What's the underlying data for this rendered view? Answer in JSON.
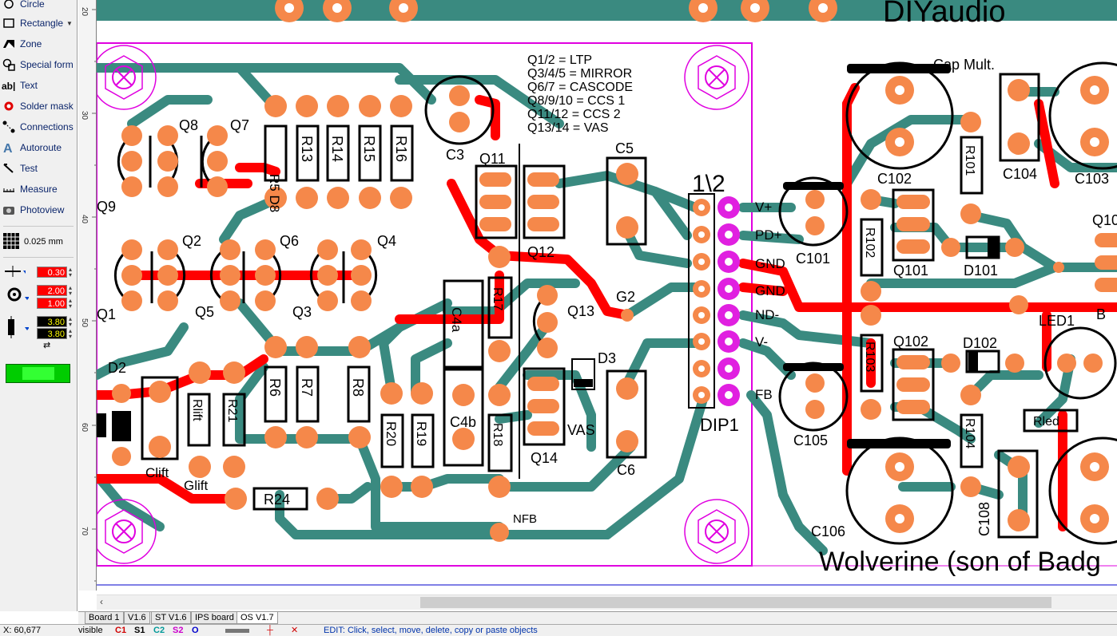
{
  "tools": [
    {
      "label": "Circle",
      "icon": "circle-icon"
    },
    {
      "label": "Rectangle",
      "icon": "rectangle-icon"
    },
    {
      "label": "Zone",
      "icon": "zone-icon"
    },
    {
      "label": "Special form",
      "icon": "special-form-icon"
    },
    {
      "label": "Text",
      "icon": "text-icon"
    },
    {
      "label": "Solder mask",
      "icon": "solder-mask-icon"
    },
    {
      "label": "Connections",
      "icon": "connections-icon"
    },
    {
      "label": "Autoroute",
      "icon": "autoroute-icon"
    },
    {
      "label": "Test",
      "icon": "test-icon"
    },
    {
      "label": "Measure",
      "icon": "measure-icon"
    },
    {
      "label": "Photoview",
      "icon": "photoview-icon"
    }
  ],
  "grid": {
    "value": "0.025 mm"
  },
  "track_width": {
    "value": "0.30"
  },
  "pad": {
    "outer": "2.00",
    "inner": "1.00"
  },
  "smd": {
    "width": "3.80",
    "height": "3.80"
  },
  "ruler": {
    "labels": [
      "20",
      "30",
      "40",
      "50",
      "60",
      "70"
    ]
  },
  "tabs": [
    "Board 1",
    "V1.6",
    "ST V1.6",
    "IPS board",
    "OS V1.7"
  ],
  "status": {
    "coords": "X: 60,677",
    "visible": "visible",
    "layers": [
      "C1",
      "S1",
      "C2",
      "S2",
      "O"
    ],
    "message": "EDIT:  Click, select, move, delete, copy or paste objects"
  },
  "board": {
    "notes": [
      "Q1/2 = LTP",
      "Q3/4/5 = MIRROR",
      "Q6/7 = CASCODE",
      "Q8/9/10 = CCS 1",
      "Q11/12 = CCS 2",
      "Q13/14  = VAS"
    ],
    "header_title": "DIYaudio",
    "footer_title": "Wolverine (son of Badg",
    "cap_mult": "Cap Mult.",
    "connector_label": "DIP1",
    "connector_pins": "1\\2",
    "pin_labels": [
      "V+",
      "PD+",
      "GND",
      "GND",
      "ND-",
      "V-",
      "FB"
    ],
    "components": [
      "Q8",
      "Q7",
      "Q9",
      "Q2",
      "Q6",
      "Q4",
      "Q1",
      "Q5",
      "Q3",
      "R5 D8",
      "R13",
      "R14",
      "R15",
      "R16",
      "C3",
      "Q11",
      "Q12",
      "C5",
      "C4a",
      "R17",
      "Q13",
      "D3",
      "G2",
      "C4b",
      "R18",
      "Q14",
      "VAS",
      "C6",
      "R20",
      "R19",
      "R6",
      "R7",
      "R8",
      "R24",
      "Rlift",
      "R21",
      "Clift",
      "Glift",
      "D2",
      "NFB",
      "C101",
      "Q101",
      "C102",
      "C104",
      "C103",
      "R101",
      "R102",
      "D101",
      "Q102",
      "R103",
      "D102",
      "C105",
      "C106",
      "R104",
      "C108",
      "Rled",
      "LED1",
      "Q10",
      "B"
    ]
  }
}
